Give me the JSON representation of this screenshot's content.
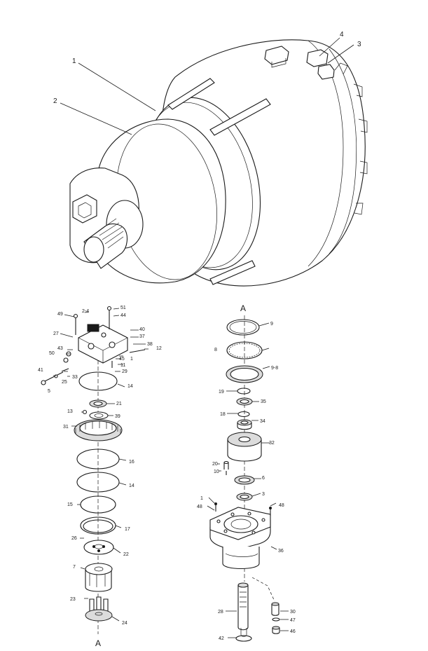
{
  "top_callouts": [
    {
      "id": "c1",
      "text": "1"
    },
    {
      "id": "c2",
      "text": "2"
    },
    {
      "id": "c3",
      "text": "3"
    },
    {
      "id": "c4",
      "text": "4"
    }
  ],
  "section_labels": {
    "left_bottom": "A",
    "right_top": "A"
  },
  "left_callouts": [
    {
      "id": "l49",
      "text": "49"
    },
    {
      "id": "l2-4",
      "text": "2-4"
    },
    {
      "id": "l51",
      "text": "51"
    },
    {
      "id": "l44",
      "text": "44"
    },
    {
      "id": "l27",
      "text": "27"
    },
    {
      "id": "l40",
      "text": "40"
    },
    {
      "id": "l37",
      "text": "37"
    },
    {
      "id": "l38",
      "text": "38"
    },
    {
      "id": "l12",
      "text": "12"
    },
    {
      "id": "l43",
      "text": "43"
    },
    {
      "id": "l50",
      "text": "50"
    },
    {
      "id": "l45",
      "text": "45"
    },
    {
      "id": "l1",
      "text": "1"
    },
    {
      "id": "l11",
      "text": "11"
    },
    {
      "id": "l29",
      "text": "29"
    },
    {
      "id": "l41",
      "text": "41"
    },
    {
      "id": "l33",
      "text": "33"
    },
    {
      "id": "l25",
      "text": "25"
    },
    {
      "id": "l5",
      "text": "5"
    },
    {
      "id": "l14a",
      "text": "14"
    },
    {
      "id": "l21",
      "text": "21"
    },
    {
      "id": "l13",
      "text": "13"
    },
    {
      "id": "l39",
      "text": "39"
    },
    {
      "id": "l31",
      "text": "31"
    },
    {
      "id": "l16",
      "text": "16"
    },
    {
      "id": "l14b",
      "text": "14"
    },
    {
      "id": "l15",
      "text": "15"
    },
    {
      "id": "l17",
      "text": "17"
    },
    {
      "id": "l26",
      "text": "26"
    },
    {
      "id": "l22",
      "text": "22"
    },
    {
      "id": "l7",
      "text": "7"
    },
    {
      "id": "l23",
      "text": "23"
    },
    {
      "id": "l24",
      "text": "24"
    }
  ],
  "right_callouts": [
    {
      "id": "r9",
      "text": "9"
    },
    {
      "id": "r8",
      "text": "8"
    },
    {
      "id": "r9-8",
      "text": "9-8"
    },
    {
      "id": "r19",
      "text": "19"
    },
    {
      "id": "r35",
      "text": "35"
    },
    {
      "id": "r18",
      "text": "18"
    },
    {
      "id": "r34",
      "text": "34"
    },
    {
      "id": "r32",
      "text": "32"
    },
    {
      "id": "r20",
      "text": "20"
    },
    {
      "id": "r10",
      "text": "10"
    },
    {
      "id": "r6",
      "text": "6"
    },
    {
      "id": "r3",
      "text": "3"
    },
    {
      "id": "r1",
      "text": "1"
    },
    {
      "id": "r48a",
      "text": "48"
    },
    {
      "id": "r48b",
      "text": "48"
    },
    {
      "id": "r36",
      "text": "36"
    },
    {
      "id": "r28",
      "text": "28"
    },
    {
      "id": "r30",
      "text": "30"
    },
    {
      "id": "r47",
      "text": "47"
    },
    {
      "id": "r46",
      "text": "46"
    },
    {
      "id": "r42",
      "text": "42"
    }
  ]
}
